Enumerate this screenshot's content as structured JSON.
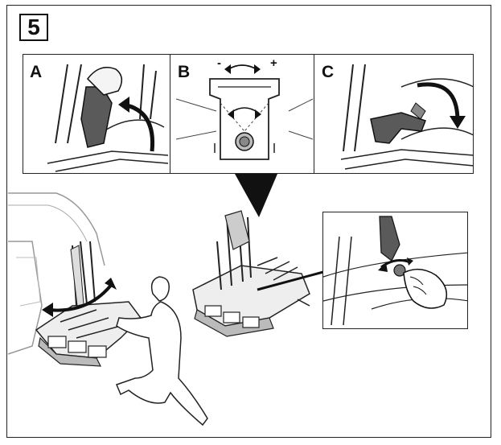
{
  "step": {
    "number": "5"
  },
  "panels": [
    {
      "label": "A"
    },
    {
      "label": "B",
      "minus": "-",
      "plus": "+"
    },
    {
      "label": "C"
    }
  ],
  "colors": {
    "line": "#1e1e1e",
    "dark_part": "#5a5a5a",
    "light_fill": "#f4f4f4",
    "arrow": "#111111"
  },
  "icons": [
    "curved-arrow-icon",
    "knob-icon",
    "hand-icon",
    "pointer-triangle-icon"
  ]
}
